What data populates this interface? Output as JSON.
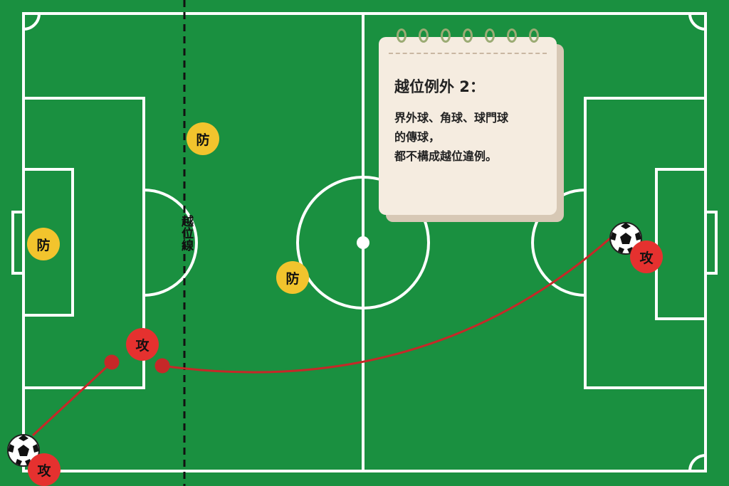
{
  "defender_label": "防",
  "attacker_label": "攻",
  "offside_label": "越位線",
  "note": {
    "title": "越位例外 2：",
    "lines": [
      "界外球、角球、球門球",
      "的傳球，",
      "都不構成越位違例。"
    ]
  },
  "colors": {
    "pitch": "#1a9040",
    "lines": "#ffffff",
    "defender": "#f2c42d",
    "attacker": "#e5312f",
    "pass_arrow": "#c62828",
    "offside_line": "#111111",
    "note_paper": "#f5ece0"
  }
}
